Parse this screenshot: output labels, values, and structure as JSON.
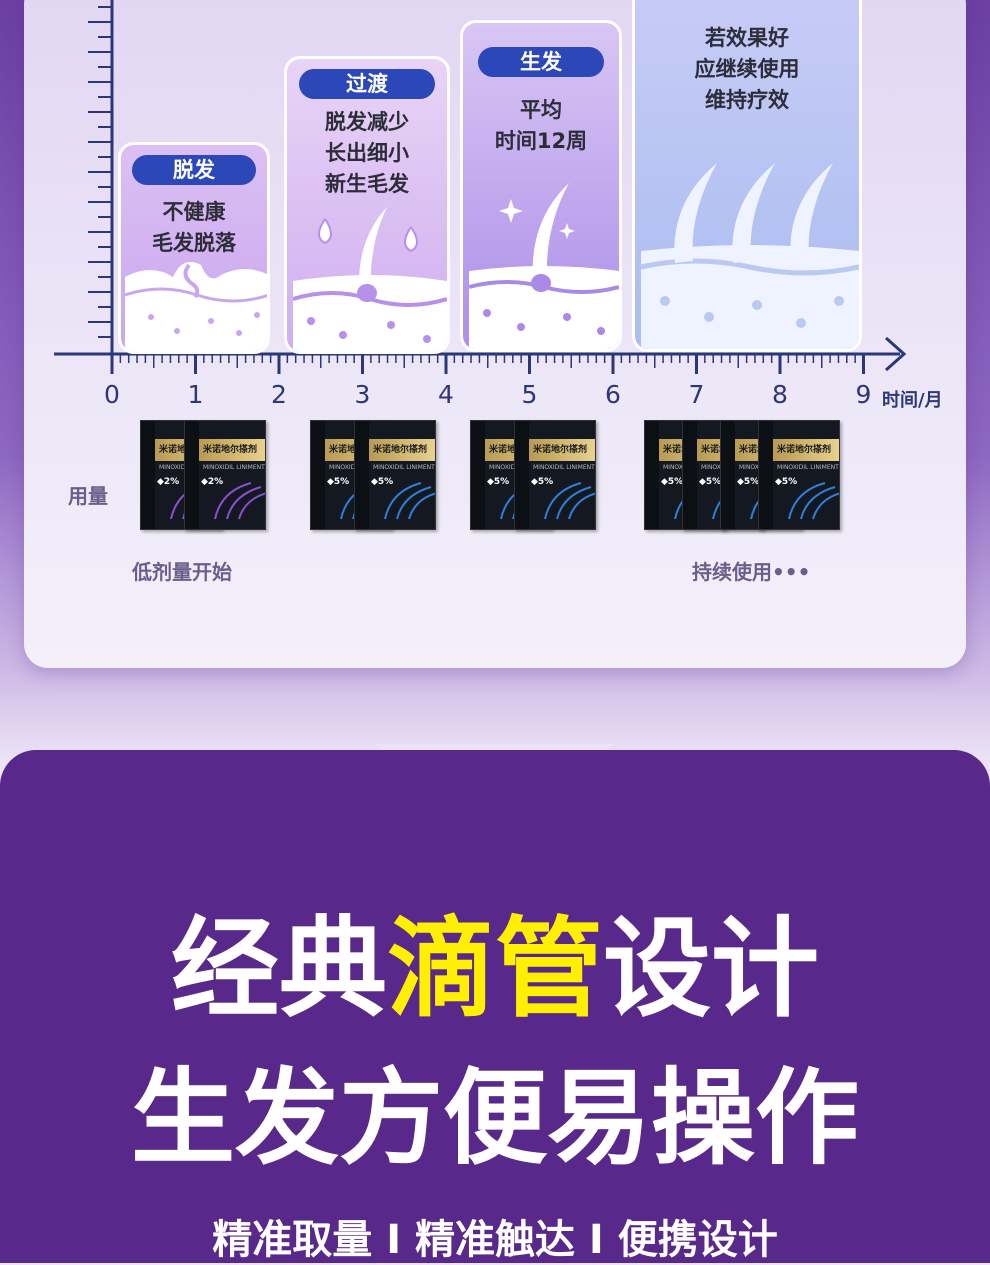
{
  "stages": [
    {
      "tag": "脱发",
      "desc": "不健康\n毛发脱落"
    },
    {
      "tag": "过渡",
      "desc": "脱发减少\n长出细小\n新生毛发"
    },
    {
      "tag": "生发",
      "desc": "平均\n时间12周"
    },
    {
      "tag": "",
      "desc": "若效果好\n应继续使用\n维持疗效"
    }
  ],
  "axis": {
    "ticks": [
      "0",
      "1",
      "2",
      "3",
      "4",
      "5",
      "6",
      "7",
      "8",
      "9"
    ],
    "unit": "时间/月"
  },
  "dosage": {
    "label": "用量",
    "start_note": "低剂量开始",
    "continue_note": "持续使用•••",
    "product_name": "米诺地尔搽剂",
    "product_en": "MINOXIDIL LINIMENT",
    "groups": [
      {
        "concentration": "2%",
        "count": 2,
        "color": "#8a4fd0"
      },
      {
        "concentration": "5%",
        "count": 2,
        "color": "#2f7fd8"
      },
      {
        "concentration": "5%",
        "count": 2,
        "color": "#2f7fd8"
      },
      {
        "concentration": "5%",
        "count": 4,
        "color": "#2f7fd8"
      }
    ]
  },
  "headline": {
    "line1_a": "经典",
    "line1_highlight": "滴管",
    "line1_b": "设计",
    "line2": "生发方便易操作"
  },
  "features": "精准取量 I 精准触达 I 便携设计",
  "colors": {
    "brand_purple": "#58288a",
    "highlight_yellow": "#fff000",
    "pill_blue": "#2b47b8",
    "axis_navy": "#2a3778"
  }
}
